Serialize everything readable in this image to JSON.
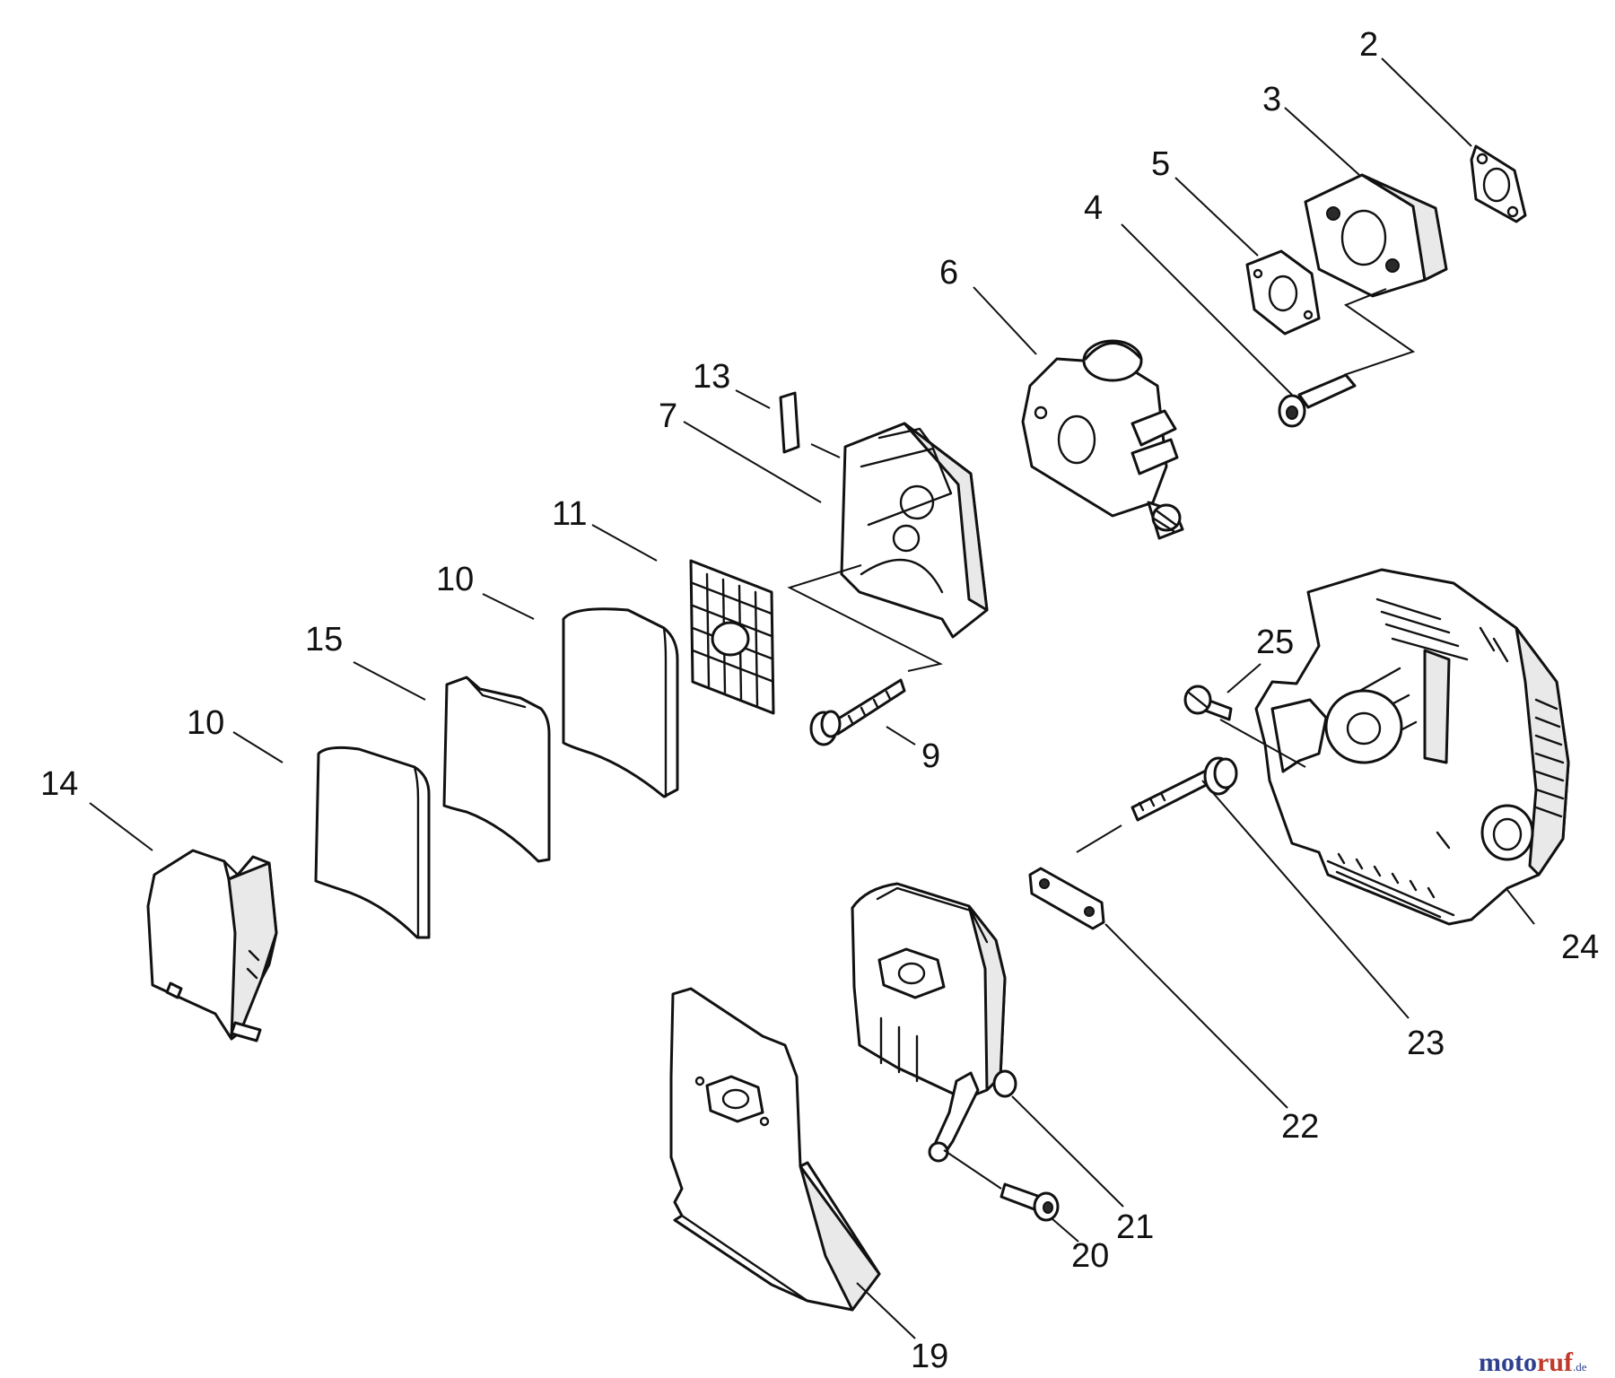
{
  "callouts": [
    "2",
    "3",
    "5",
    "4",
    "6",
    "13",
    "7",
    "11",
    "10",
    "15",
    "10",
    "14",
    "9",
    "25",
    "24",
    "23",
    "22",
    "21",
    "20",
    "19"
  ],
  "watermark": {
    "part1": "moto",
    "part2": "ruf",
    "suffix": ".de"
  },
  "colors": {
    "ink": "#111111",
    "paper": "#ffffff",
    "watermark_blue": "#2e3f8f",
    "watermark_red": "#c0392b"
  }
}
